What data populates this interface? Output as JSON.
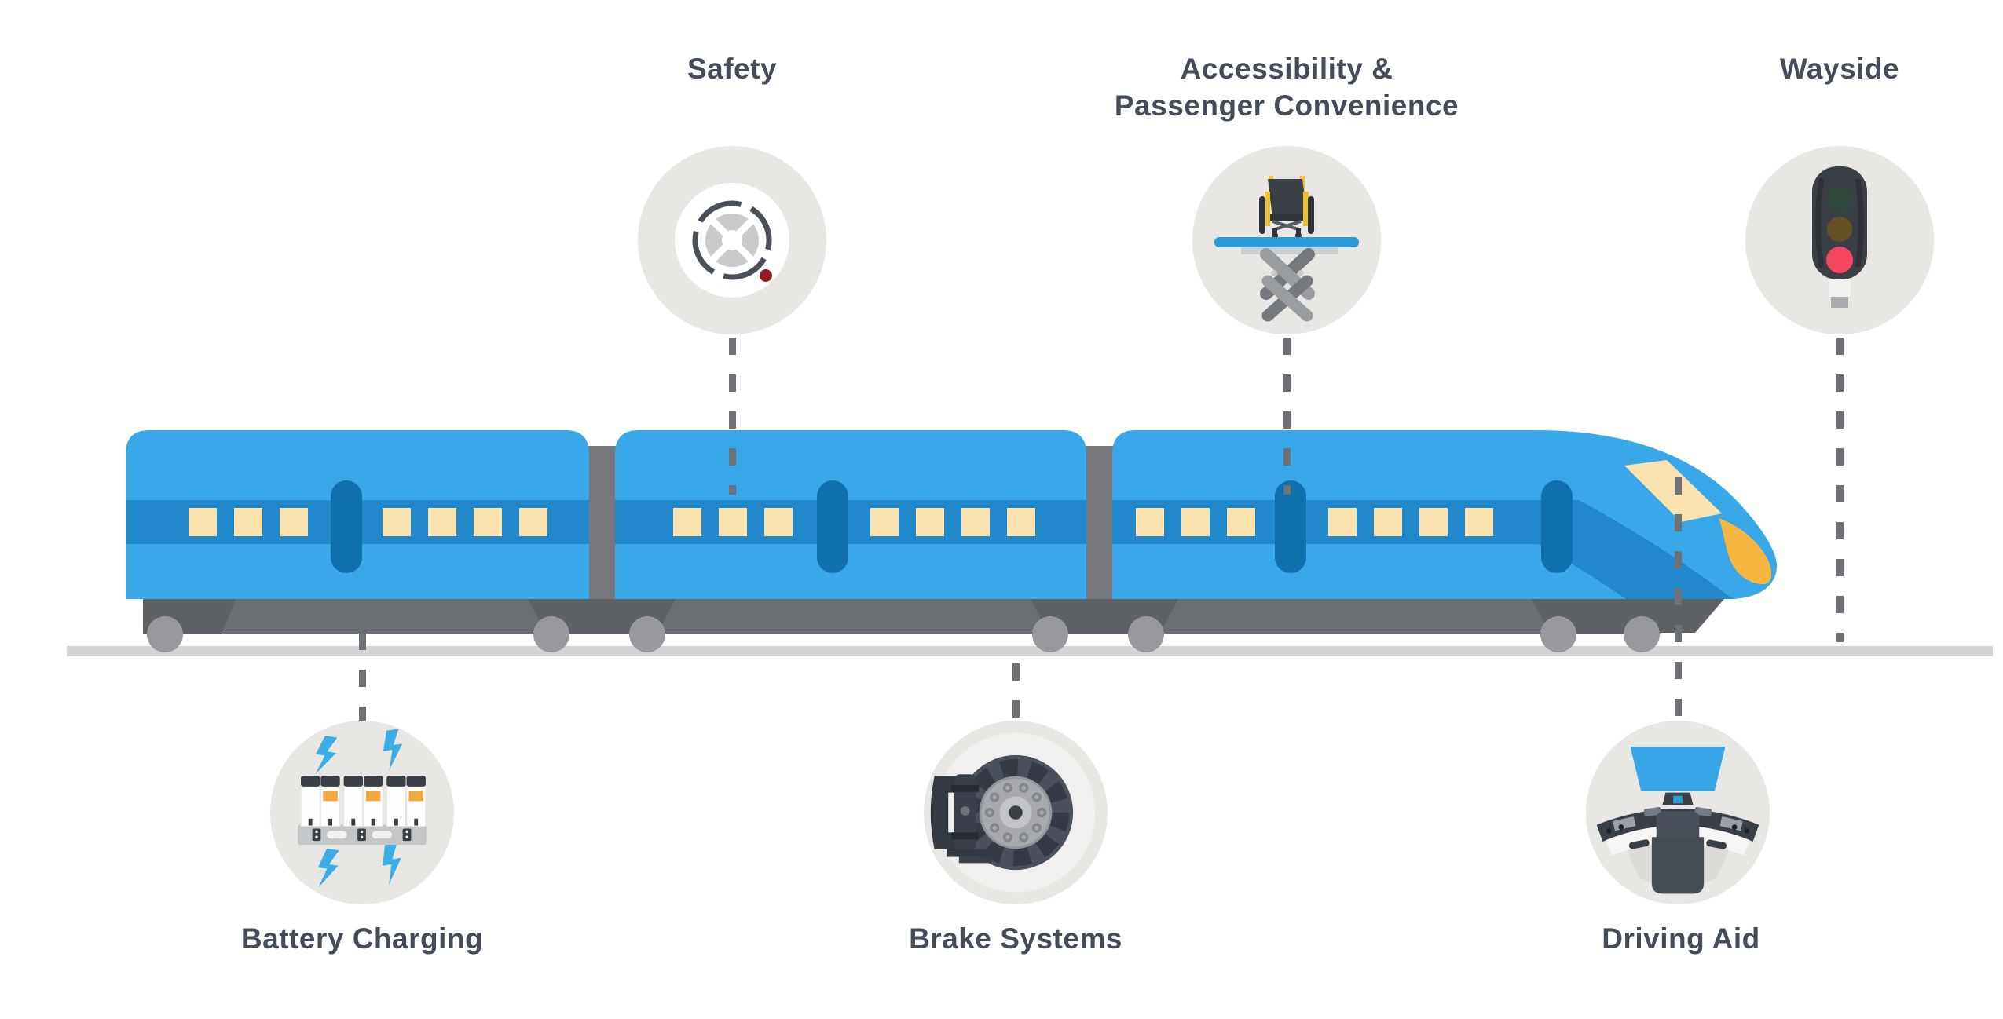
{
  "diagram": {
    "title": "Train systems infographic",
    "callouts_top": [
      {
        "id": "safety",
        "label": "Safety",
        "icon": "smoke-detector-icon"
      },
      {
        "id": "accessibility",
        "label": "Accessibility &\nPassenger Convenience",
        "icon": "wheelchair-lift-icon"
      },
      {
        "id": "wayside",
        "label": "Wayside",
        "icon": "signal-light-icon"
      }
    ],
    "callouts_bottom": [
      {
        "id": "battery-charging",
        "label": "Battery Charging",
        "icon": "battery-bank-icon"
      },
      {
        "id": "brake-systems",
        "label": "Brake Systems",
        "icon": "brake-disc-icon"
      },
      {
        "id": "driving-aid",
        "label": "Driving Aid",
        "icon": "driver-cab-console-icon"
      }
    ],
    "train": {
      "cars": 3,
      "windows_per_car": 7,
      "passenger_doors_per_car": 1,
      "facing": "right"
    },
    "colors": {
      "body_blue": "#38A8E8",
      "band_blue": "#2189CB",
      "door_blue": "#1070AE",
      "window_cream": "#FBE3AF",
      "nose_orange": "#F7B542",
      "underframe_gray": "#6B6E73",
      "wheel_gray": "#97999C",
      "track_gray": "#D1D3D4",
      "circle_gray": "#E9E7E4",
      "connector_gray": "#6E7175",
      "label_text": "#454C59",
      "bolt_blue": "#3BAEE8",
      "signal_red": "#F4465E"
    }
  }
}
